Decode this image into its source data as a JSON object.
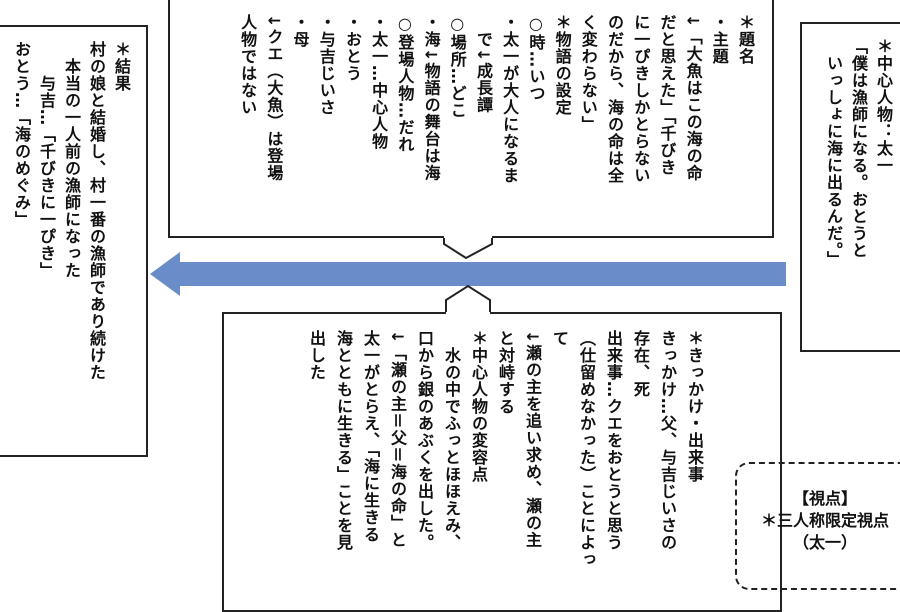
{
  "top_box": {
    "lines": [
      "＊題名",
      "・主題",
      "↓「大魚はこの海の命",
      "だと思えた」「千びき",
      "に一ぴきしかとらない",
      "のだから、海の命は全",
      "く変わらない」",
      "",
      "＊物語の設定",
      "",
      "○時…いつ",
      "・太一が大人になるま",
      "　で↓成長譚",
      "○場所…どこ",
      "・海↓物語の舞台は海",
      "○登場人物…だれ",
      "・太一…中心人物",
      "・おとう",
      "・与吉じいさ",
      "・母",
      "↓クエ（大魚）は登場",
      "人物ではない"
    ]
  },
  "bottom_box": {
    "lines": [
      "＊きっかけ・出来事",
      "きっかけ…父、与吉じいさの",
      "存在、死",
      "",
      "出来事…クエをおとうと思う",
      "（仕留めなかった）ことによっ",
      "て",
      "↓瀬の主を追い求め、瀬の主",
      "と対峙する",
      "",
      "＊中心人物の変容点",
      "　水の中でふっとほほえみ、",
      "口から銀のあぶくを出した。",
      "↓「瀬の主＝父＝海の命」と",
      "太一がとらえ、「海に生きる",
      "海とともに生きる」ことを見",
      "出した"
    ]
  },
  "left_box": {
    "lines": [
      "＊結果",
      "村の娘と結婚し、村一番の漁師であり続けた",
      "　本当の一人前の漁師になった",
      "　　与吉…「千びきに一ぴき」",
      "おとう…「海のめぐみ」"
    ]
  },
  "right_box": {
    "lines": [
      "＊中心人物：太一",
      "「僕は漁師になる。おとうと",
      "　いっしょに海に出るんだ。」"
    ]
  },
  "viewpoint_box": {
    "heading": "【視点】",
    "line1": "＊三人称限定視点",
    "line2": "（太一）"
  },
  "colors": {
    "arrow": "#6A8CC8",
    "border": "#222222"
  }
}
